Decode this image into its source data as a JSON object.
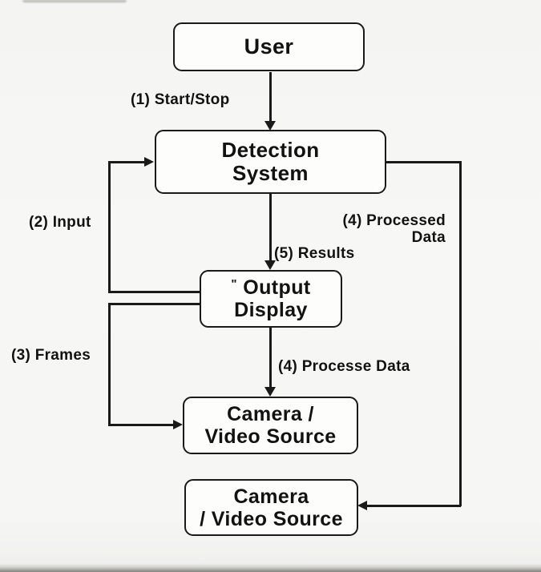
{
  "diagram": {
    "type": "flowchart",
    "colors": {
      "line": "#1a1a1a",
      "node_fill": "#fdfdfc",
      "background": "#f6f6f4",
      "text": "#121212"
    },
    "nodes": {
      "user": {
        "line1": "User"
      },
      "detection_system": {
        "line1": "Detection",
        "line2": "System"
      },
      "output_display": {
        "mark": "\"",
        "line1": "Output",
        "line2": "Display"
      },
      "camera_video_1": {
        "line1": "Camera /",
        "line2": "Video Source"
      },
      "camera_video_2": {
        "line1": "Camera",
        "line2": "/ Video Source"
      }
    },
    "edge_labels": {
      "start_stop": "(1) Start/Stop",
      "input": "(2) Input",
      "frames": "(3) Frames",
      "processed_data_line1": "(4) Processed",
      "processed_data_line2": "Data",
      "results": "(5) Results",
      "processe_data": "(4) Processe Data"
    },
    "edges": [
      {
        "from": "user",
        "to": "detection_system",
        "label": "(1) Start/Stop"
      },
      {
        "from": "output_display",
        "to": "detection_system",
        "label": "(2) Input"
      },
      {
        "from": "output_display",
        "to": "camera_video_1",
        "label": "(3) Frames",
        "side": "left"
      },
      {
        "from": "detection_system",
        "to": "camera_video_2",
        "label": "(4) Processed Data",
        "side": "right"
      },
      {
        "from": "detection_system",
        "to": "output_display",
        "label": "(5) Results"
      },
      {
        "from": "output_display",
        "to": "camera_video_1",
        "label": "(4) Processe Data"
      }
    ]
  }
}
